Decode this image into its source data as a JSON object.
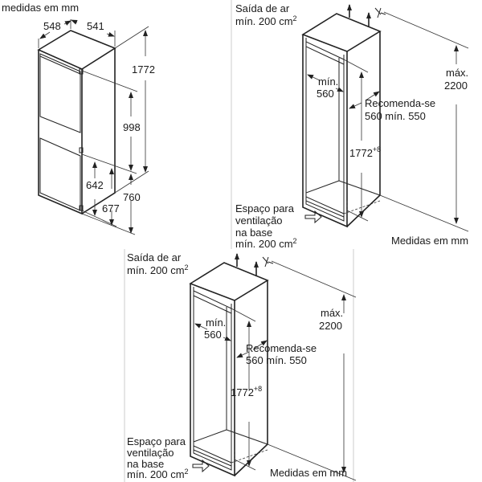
{
  "fridge": {
    "units": "medidas em mm",
    "depth": "548",
    "width": "541",
    "height": "1772",
    "upper_door": "998",
    "lower_total": "760",
    "lower_door": "642",
    "lower_hinge": "677"
  },
  "niche_top": {
    "air_outlet_line1": "Saída de ar",
    "air_outlet_line2": "mín. 200 cm",
    "sup2": "2",
    "min_label": "mín.",
    "min_value": "560",
    "recommend_line1": "Recomenda-se",
    "recommend_line2": "560 mín. 550",
    "height": "1772",
    "height_tol": "+8",
    "max_label": "máx.",
    "max_value": "2200",
    "vent_line1": "Espaço para",
    "vent_line2": "ventilação",
    "vent_line3": "na base",
    "vent_line4": "mín. 200 cm",
    "units": "Medidas em mm"
  },
  "niche_bottom": {
    "air_outlet_line1": "Saída de ar",
    "air_outlet_line2": "mín. 200 cm",
    "sup2": "2",
    "min_label": "mín.",
    "min_value": "560",
    "recommend_line1": "Recomenda-se",
    "recommend_line2": "560 mín. 550",
    "height": "1772",
    "height_tol": "+8",
    "max_label": "máx.",
    "max_value": "2200",
    "vent_line1": "Espaço para",
    "vent_line2": "ventilação",
    "vent_line3": "na base",
    "vent_line4": "mín. 200 cm",
    "units": "Medidas em mm"
  }
}
